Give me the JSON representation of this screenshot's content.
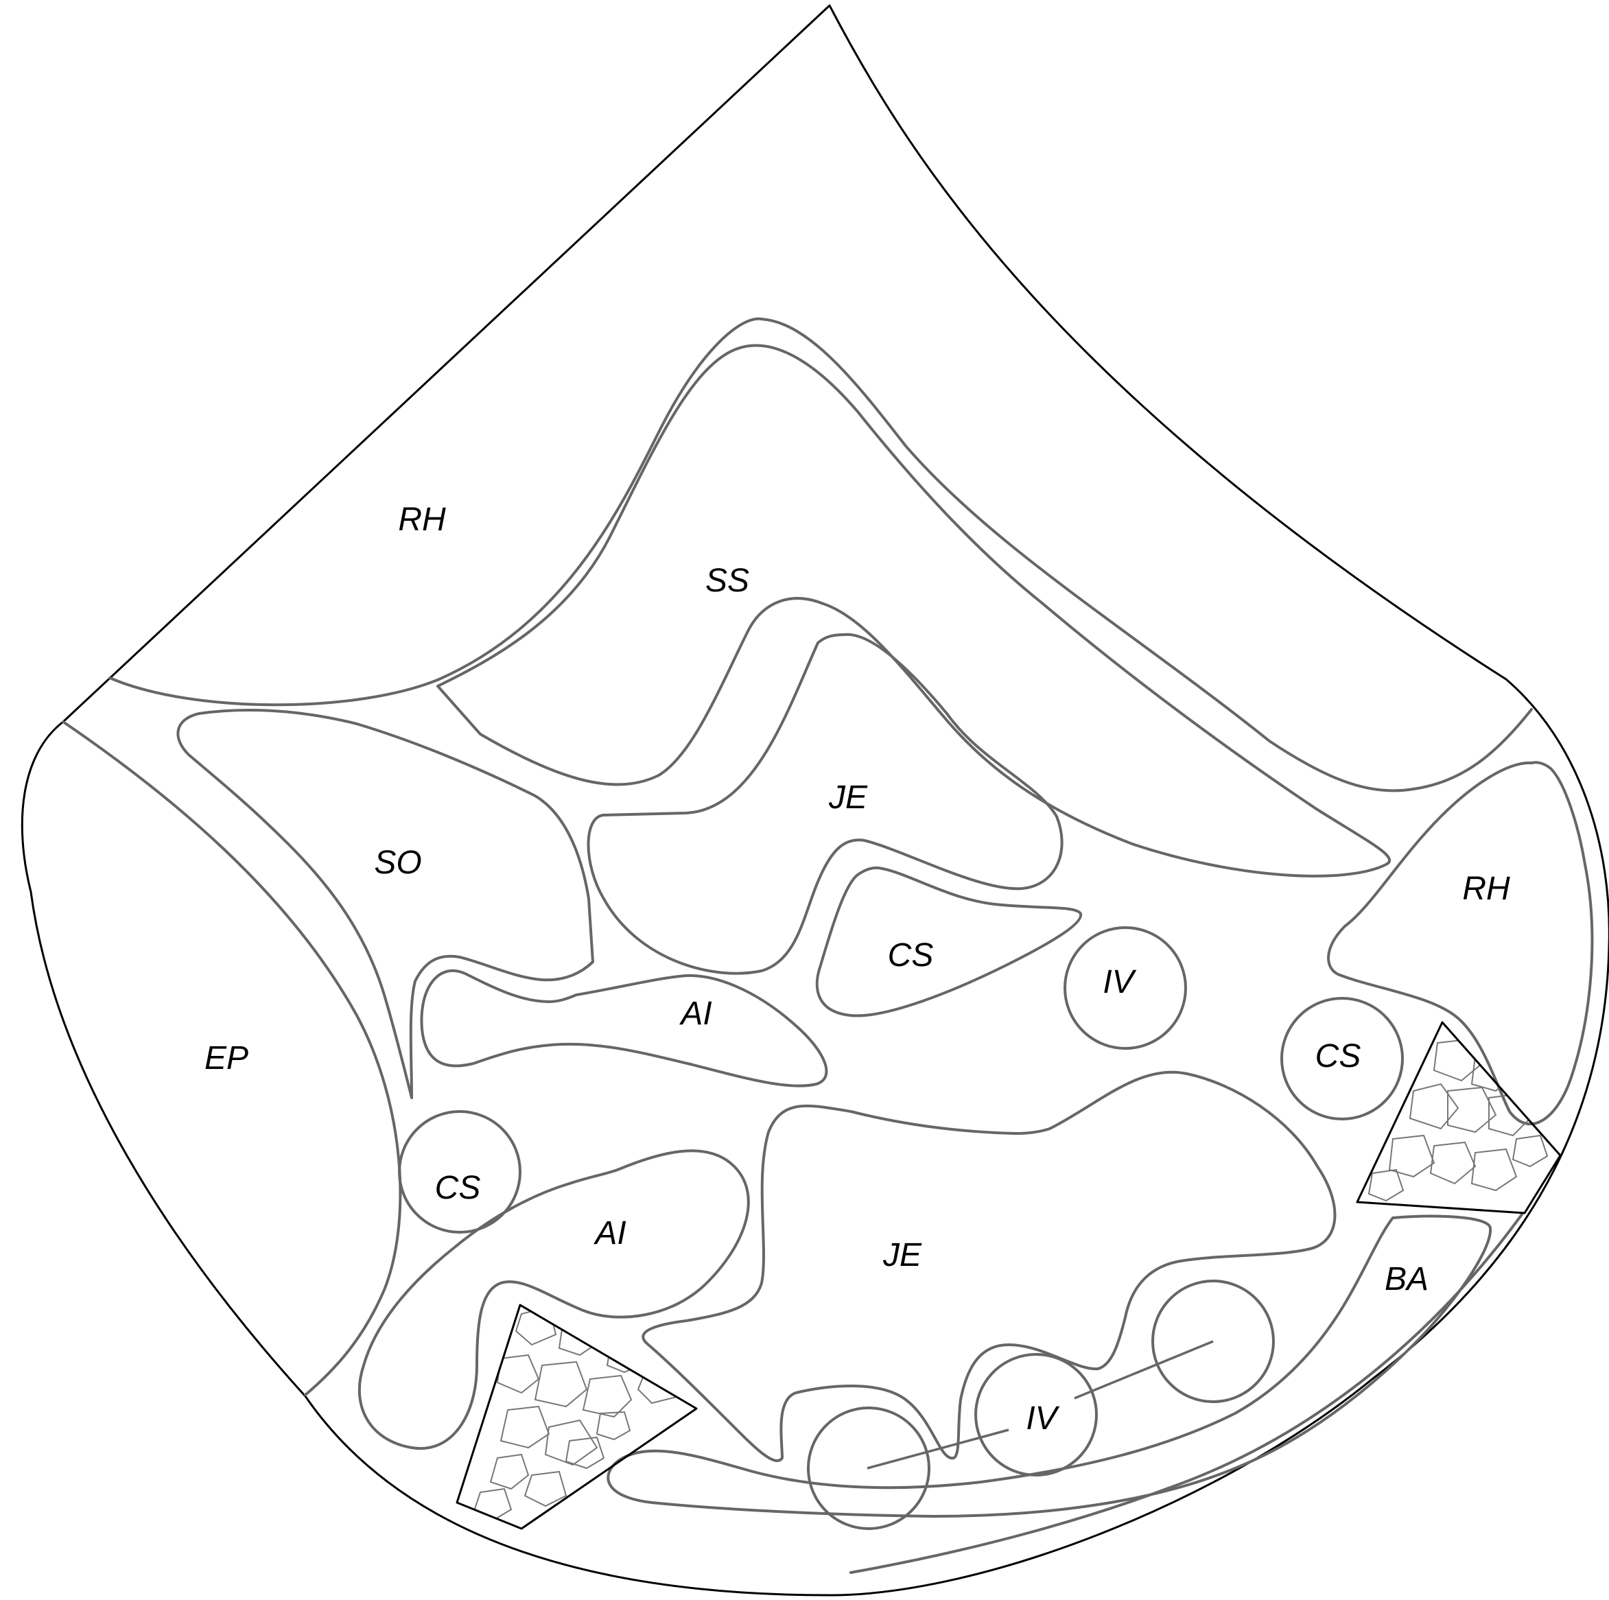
{
  "labels": {
    "rh_top": "RH",
    "rh_right": "RH",
    "ss": "SS",
    "so": "SO",
    "je_upper": "JE",
    "je_lower": "JE",
    "cs_upper": "CS",
    "cs_right": "CS",
    "cs_left": "CS",
    "iv_upper": "IV",
    "iv_lower": "IV",
    "ai_upper": "AI",
    "ai_lower": "AI",
    "ep": "EP",
    "ba": "BA"
  }
}
